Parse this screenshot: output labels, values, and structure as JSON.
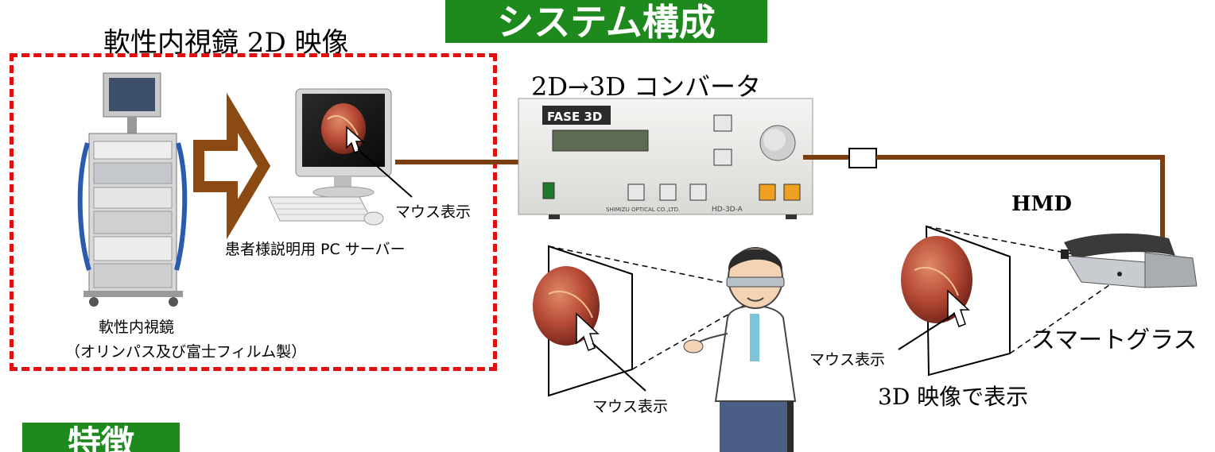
{
  "title_banner": "システム構成",
  "features_banner": "特徴",
  "endoscope_video_heading": "軟性内視鏡 2D 映像",
  "converter_heading": "2D→3D コンバータ",
  "hmd_label": "HMD",
  "pc_server_label": "患者様説明用 PC サーバー",
  "endoscope_label": "軟性内視鏡",
  "endoscope_maker": "（オリンパス及び富士フィルム製）",
  "mouse_display_pc": "マウス表示",
  "mouse_display_doctor": "マウス表示",
  "mouse_display_glass": "マウス表示",
  "smartglass_label": "スマートグラス",
  "display_3d_label": "3D 映像で表示",
  "converter_device": {
    "brand": "FASE 3D",
    "maker": "SHIMIZU OPTICAL CO.,LTD.",
    "model": "HD-3D-A"
  },
  "colors": {
    "banner_green": "#1e8a1e",
    "dashed_red": "#e01010",
    "cable_brown": "#7a3e10",
    "arrow_brown": "#8a4a12"
  }
}
